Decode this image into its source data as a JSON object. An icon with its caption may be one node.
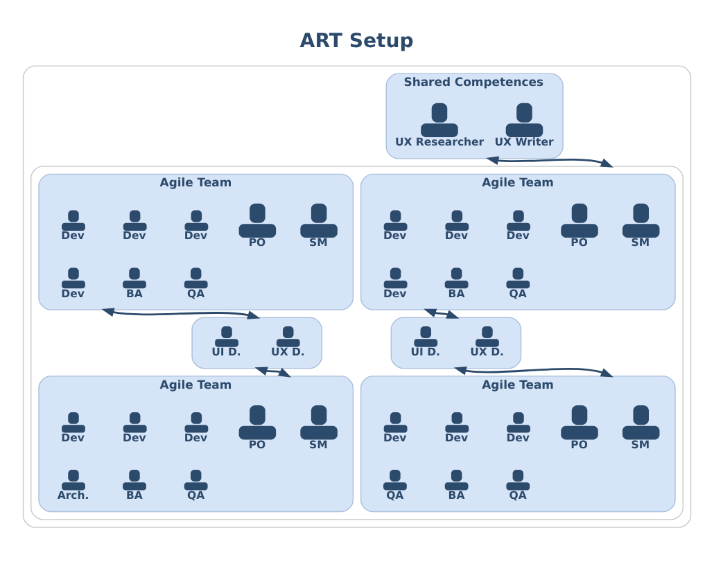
{
  "diagram": {
    "title": "ART Setup",
    "nodes": [
      {
        "text": [],
        "shape": "box"
      },
      {
        "text": [
          "Shared Competences"
        ],
        "in": 0
      },
      {
        "text": [
          "UX Writer"
        ],
        "in": 1
      },
      {
        "text": [
          "UX Researcher"
        ],
        "in": 1
      },
      {
        "text": [],
        "shape": "box",
        "in": 0
      },
      {
        "text": [
          "Agile Team"
        ],
        "in": 4
      },
      {
        "text": [
          "SM"
        ],
        "in": 5
      },
      {
        "text": [
          "PO"
        ],
        "in": 5
      },
      {
        "text": [
          "Dev"
        ],
        "in": 5
      },
      {
        "text": [
          "Dev"
        ],
        "in": 5
      },
      {
        "text": [
          "Dev"
        ],
        "in": 5
      },
      {
        "text": [
          "QA"
        ],
        "in": 5
      },
      {
        "text": [
          "BA"
        ],
        "in": 5
      },
      {
        "text": [
          "Dev"
        ],
        "in": 5
      },
      {
        "text": [
          "Agile Team"
        ],
        "in": 4
      },
      {
        "text": [
          "SM"
        ],
        "in": 14
      },
      {
        "text": [
          "PO"
        ],
        "in": 14
      },
      {
        "text": [
          "Dev"
        ],
        "in": 14
      },
      {
        "text": [
          "Dev"
        ],
        "in": 14
      },
      {
        "text": [
          "Dev"
        ],
        "in": 14
      },
      {
        "text": [
          "QA"
        ],
        "in": 14
      },
      {
        "text": [
          "BA"
        ],
        "in": 14
      },
      {
        "text": [
          "Dev"
        ],
        "in": 14
      },
      {
        "text": [],
        "shape": "box",
        "in": 4
      },
      {
        "text": [
          "UX D."
        ],
        "in": 23
      },
      {
        "text": [
          "UI D."
        ],
        "in": 23
      },
      {
        "text": [],
        "shape": "box",
        "in": 4
      },
      {
        "text": [
          "UX D."
        ],
        "in": 26
      },
      {
        "text": [
          "UI D."
        ],
        "in": 26
      },
      {
        "text": [
          "Agile Team"
        ],
        "in": 4
      },
      {
        "text": [
          "SM"
        ],
        "in": 29
      },
      {
        "text": [
          "PO"
        ],
        "in": 29
      },
      {
        "text": [
          "Dev"
        ],
        "in": 29
      },
      {
        "text": [
          "Dev"
        ],
        "in": 29
      },
      {
        "text": [
          "Dev"
        ],
        "in": 29
      },
      {
        "text": [
          "QA"
        ],
        "in": 29
      },
      {
        "text": [
          "BA"
        ],
        "in": 29
      },
      {
        "text": [
          "QA"
        ],
        "in": 29
      },
      {
        "text": [
          "Agile Team"
        ],
        "in": 4
      },
      {
        "text": [
          "SM"
        ],
        "in": 38
      },
      {
        "text": [
          "PO"
        ],
        "in": 38
      },
      {
        "text": [
          "Dev"
        ],
        "in": 38
      },
      {
        "text": [
          "Dev"
        ],
        "in": 38
      },
      {
        "text": [
          "Dev"
        ],
        "in": 38
      },
      {
        "text": [
          "QA"
        ],
        "in": 38
      },
      {
        "text": [
          "BA"
        ],
        "in": 38
      },
      {
        "text": [
          "Arch."
        ],
        "in": 38
      }
    ],
    "edges": [
      {
        "from": 1,
        "to": 4,
        "arrow": "both"
      },
      {
        "from": 5,
        "to": 23,
        "arrow": "both"
      },
      {
        "from": 23,
        "to": 29,
        "arrow": "both"
      },
      {
        "from": 14,
        "to": 26,
        "arrow": "both"
      },
      {
        "from": 26,
        "to": 38,
        "arrow": "both"
      }
    ]
  }
}
